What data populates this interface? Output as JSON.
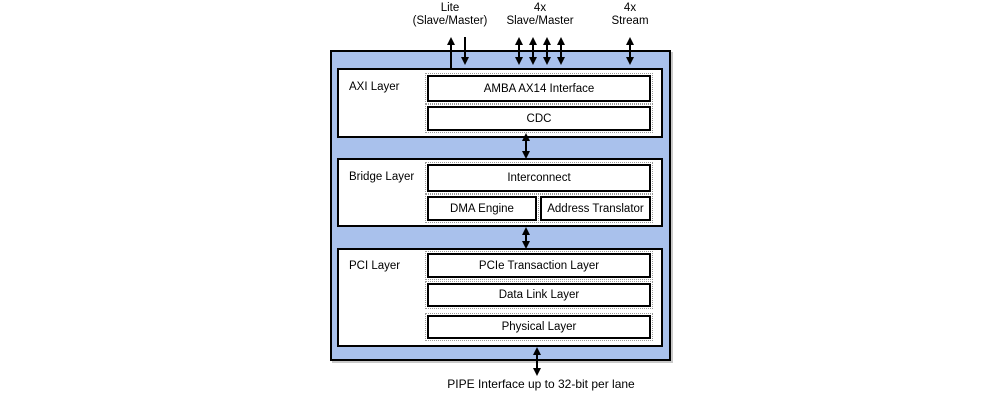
{
  "ports": {
    "lite": {
      "line1": "Lite",
      "line2": "(Slave/Master)"
    },
    "slave_master": {
      "line1": "4x",
      "line2": "Slave/Master"
    },
    "stream": {
      "line1": "4x",
      "line2": "Stream"
    }
  },
  "layers": {
    "axi": {
      "label": "AXI Layer",
      "blocks": {
        "amba": "AMBA AX14 Interface",
        "cdc": "CDC"
      }
    },
    "bridge": {
      "label": "Bridge Layer",
      "blocks": {
        "interconnect": "Interconnect",
        "dma": "DMA Engine",
        "addr": "Address Translator"
      }
    },
    "pci": {
      "label": "PCI Layer",
      "blocks": {
        "tl": "PCIe Transaction Layer",
        "dll": "Data Link Layer",
        "phy": "Physical Layer"
      }
    }
  },
  "bottom_label": "PIPE Interface up to 32-bit per lane",
  "colors": {
    "container_fill": "#A9C1EC",
    "border": "#000000",
    "block_fill": "#FFFFFF"
  }
}
